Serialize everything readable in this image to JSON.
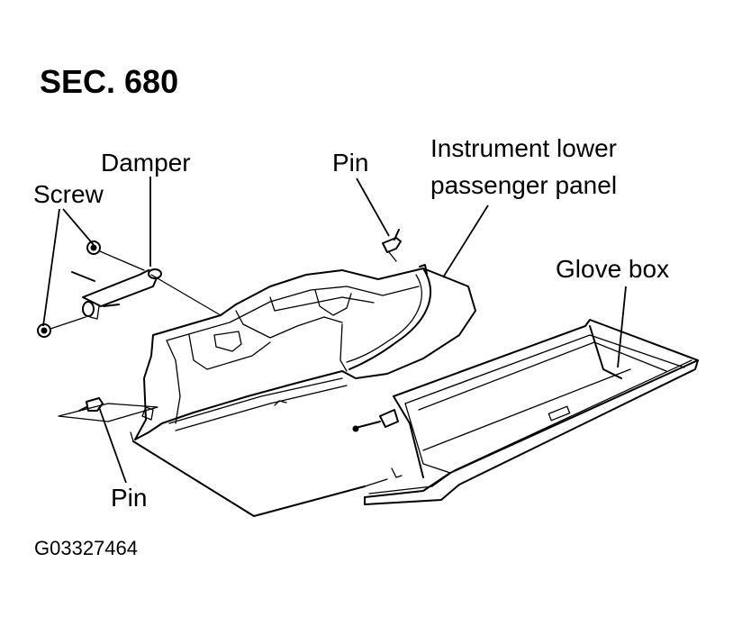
{
  "section_title": "SEC. 680",
  "figure_code": "G03327464",
  "labels": {
    "damper": "Damper",
    "screw": "Screw",
    "pin_top": "Pin",
    "instrument_panel_line1": "Instrument lower",
    "instrument_panel_line2": "passenger panel",
    "glove_box": "Glove box",
    "pin_bottom": "Pin"
  }
}
